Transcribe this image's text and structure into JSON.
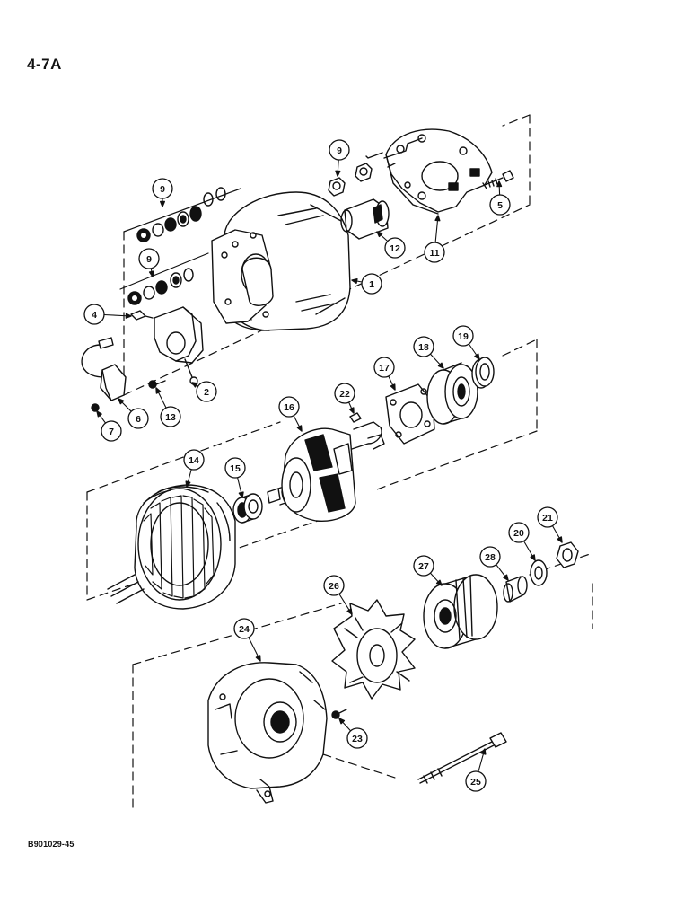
{
  "page_number": "4-7A",
  "drawing_id": "B901029-45",
  "colors": {
    "ink": "#111111",
    "paper": "#ffffff",
    "shade": "#d8d8d8"
  },
  "callouts": [
    {
      "id": "c1",
      "text": "1"
    },
    {
      "id": "c2",
      "text": "2"
    },
    {
      "id": "c4",
      "text": "4"
    },
    {
      "id": "c5",
      "text": "5"
    },
    {
      "id": "c6",
      "text": "6"
    },
    {
      "id": "c7",
      "text": "7"
    },
    {
      "id": "c9a",
      "text": "9"
    },
    {
      "id": "c9b",
      "text": "9"
    },
    {
      "id": "c9c",
      "text": "9"
    },
    {
      "id": "c11",
      "text": "11"
    },
    {
      "id": "c12",
      "text": "12"
    },
    {
      "id": "c13",
      "text": "13"
    },
    {
      "id": "c14",
      "text": "14"
    },
    {
      "id": "c15",
      "text": "15"
    },
    {
      "id": "c16",
      "text": "16"
    },
    {
      "id": "c17",
      "text": "17"
    },
    {
      "id": "c18",
      "text": "18"
    },
    {
      "id": "c19",
      "text": "19"
    },
    {
      "id": "c20",
      "text": "20"
    },
    {
      "id": "c21",
      "text": "21"
    },
    {
      "id": "c22",
      "text": "22"
    },
    {
      "id": "c23",
      "text": "23"
    },
    {
      "id": "c24",
      "text": "24"
    },
    {
      "id": "c25",
      "text": "25"
    },
    {
      "id": "c26",
      "text": "26"
    },
    {
      "id": "c27",
      "text": "27"
    },
    {
      "id": "c28",
      "text": "28"
    }
  ]
}
